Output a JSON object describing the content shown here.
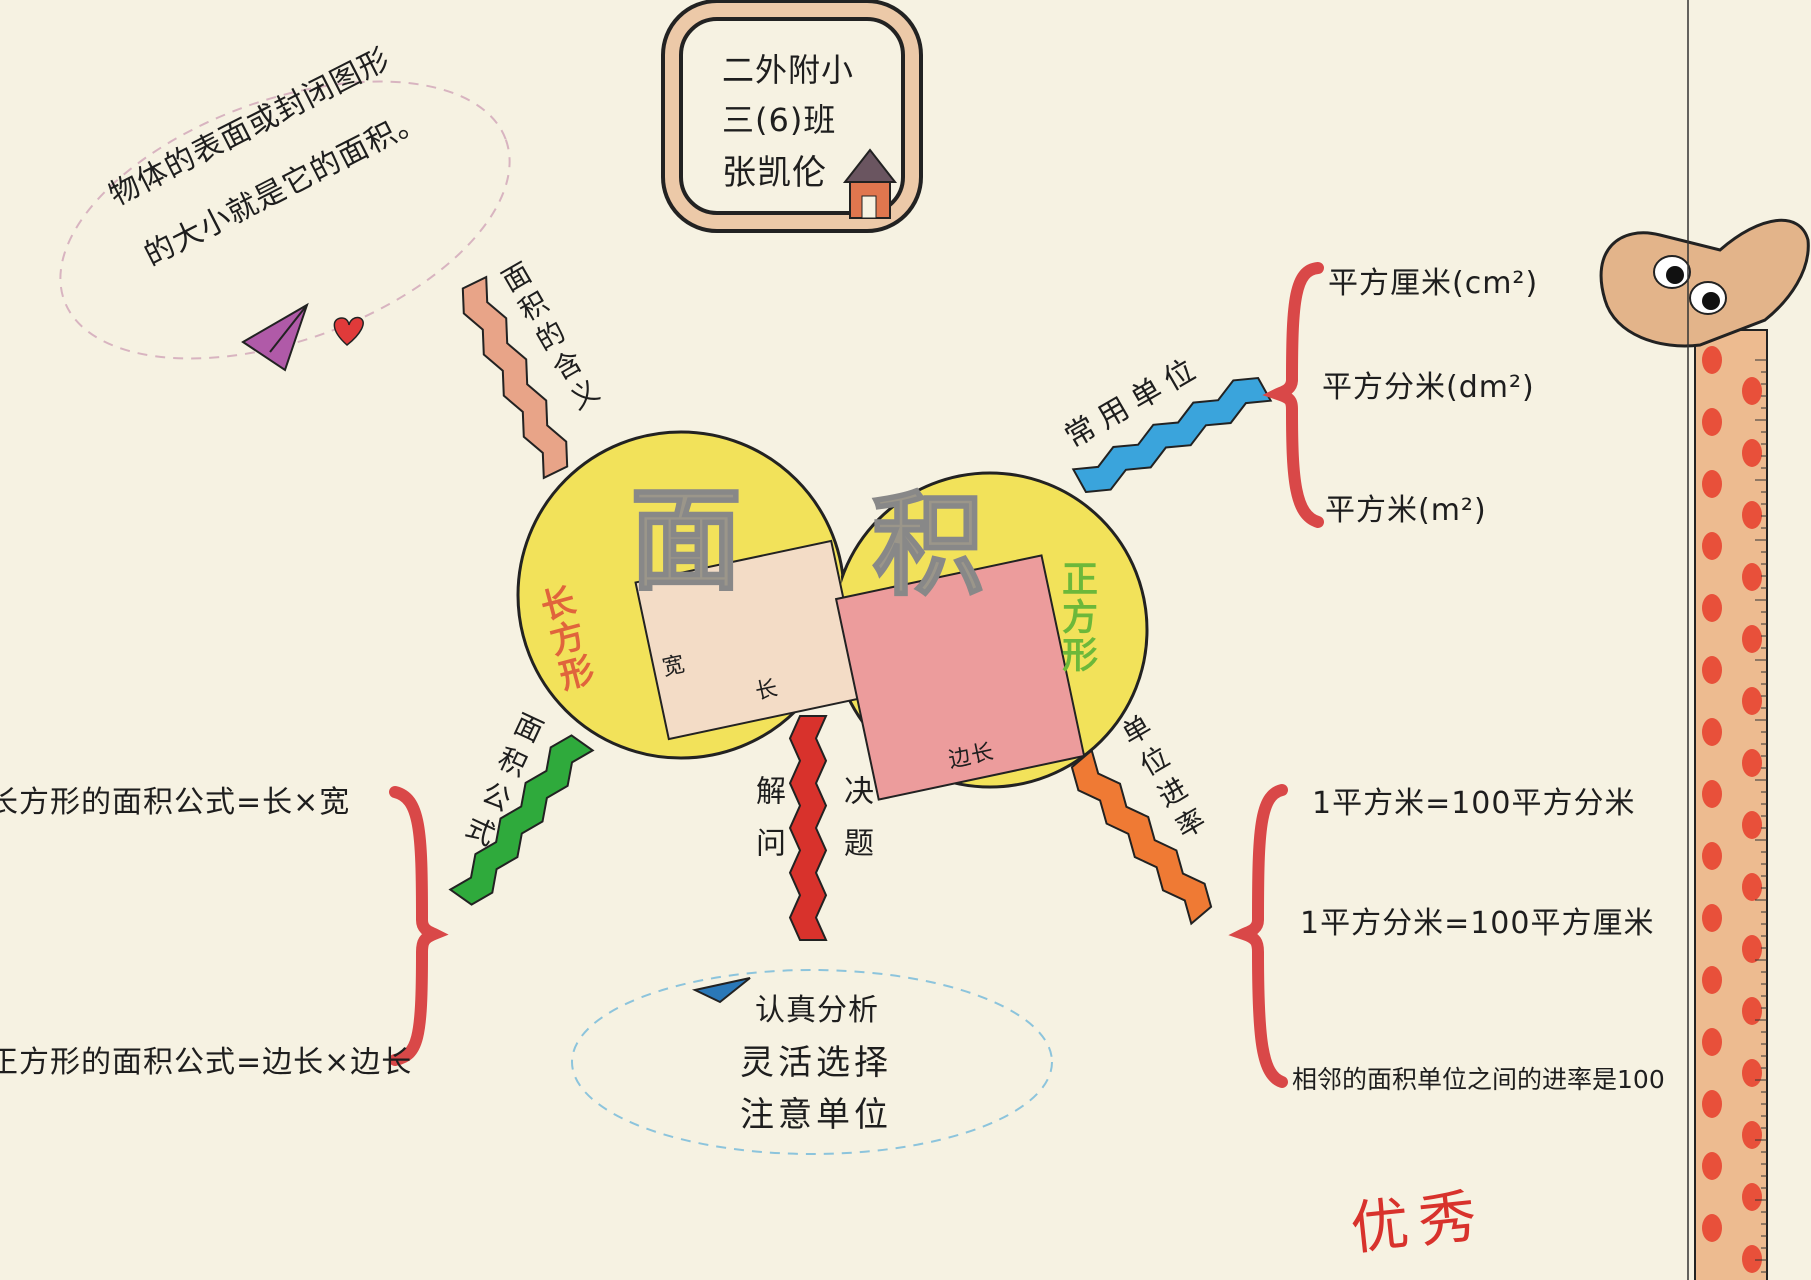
{
  "header_box": {
    "lines": [
      "二外附小",
      "三(6)班",
      "张凯伦"
    ]
  },
  "definition_note": {
    "line1": "物体的表面或封闭图形",
    "line2": "的大小就是它的面积。"
  },
  "center": {
    "title_char1": "面",
    "title_char2": "积",
    "rectangle_label": "长方形",
    "square_label": "正方形",
    "rect_width_label": "宽",
    "rect_length_label": "长",
    "square_side_label": "边长"
  },
  "branches": {
    "meaning": "面积的含义",
    "units": "常用单位",
    "conversion": "单位进率",
    "formula": "面积公式",
    "solve_left": "解问",
    "solve_right": "决题"
  },
  "units_list": [
    "平方厘米(cm²)",
    "平方分米(dm²)",
    "平方米(m²)"
  ],
  "conversion_list": [
    "1平方米=100平方分米",
    "1平方分米=100平方厘米",
    "相邻的面积单位之间的进率是100"
  ],
  "formula_list": [
    "长方形的面积公式=长×宽",
    "正方形的面积公式=边长×边长"
  ],
  "tips": [
    "认真分析",
    "灵活选择",
    "注意单位"
  ],
  "grade_mark": "优秀",
  "colors": {
    "paper": "#f6f2e2",
    "yellow": "#f2e25a",
    "brace_red": "#d94848",
    "meaning_branch": "#e8a488",
    "units_branch": "#3aa4dc",
    "conversion_branch": "#ef7a34",
    "formula_branch": "#2faa3c",
    "solve_branch": "#d8322c",
    "giraffe": "#e9b68a",
    "giraffe_spots": "#e8503a"
  }
}
